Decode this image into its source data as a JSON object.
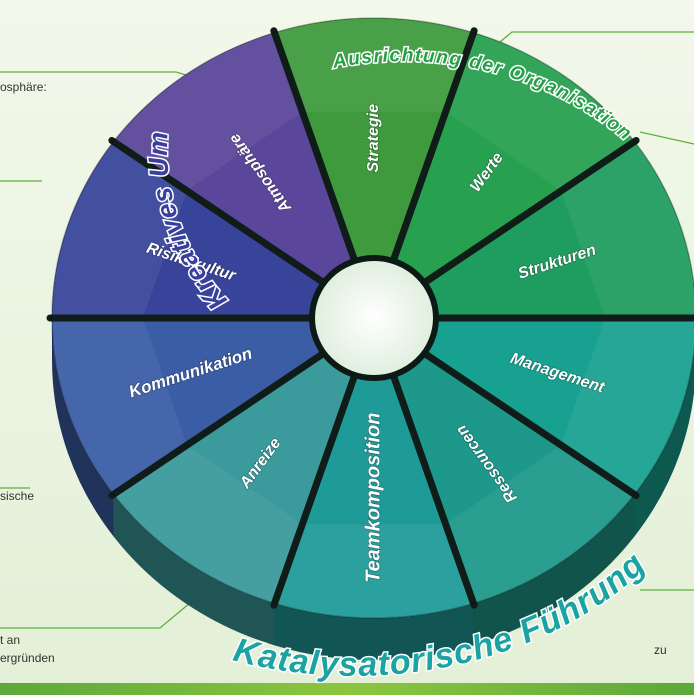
{
  "segments": [
    {
      "label": "Strategie",
      "color": "#3f9a3e"
    },
    {
      "label": "Werte",
      "color": "#27a04f"
    },
    {
      "label": "Strukturen",
      "color": "#1f9d60"
    },
    {
      "label": "Management",
      "color": "#18a191"
    },
    {
      "label": "Ressourcen",
      "color": "#1d988a"
    },
    {
      "label": "Teamkomposition",
      "color": "#1e9b98"
    },
    {
      "label": "Anreize",
      "color": "#3a9a9c"
    },
    {
      "label": "Kommunikation",
      "color": "#3a5da5"
    },
    {
      "label": "Risikokultur",
      "color": "#38449a"
    },
    {
      "label": "Atmosphäre",
      "color": "#5a469a"
    }
  ],
  "arcs": {
    "organisation": {
      "label": "Ausrichtung der Organisation",
      "color": "#26a046"
    },
    "umfeld": {
      "label": "Kreatives Umfeld",
      "color": "#3a3f9f"
    },
    "fuehrung": {
      "label": "Katalysatorische Führung",
      "color": "#1ba3a3"
    }
  },
  "side_texts": {
    "atmosphaere": "osphäre:",
    "physische": "sische",
    "left_bottom_1": "t an",
    "left_bottom_2": "ergründen",
    "right_bottom": "zu"
  }
}
